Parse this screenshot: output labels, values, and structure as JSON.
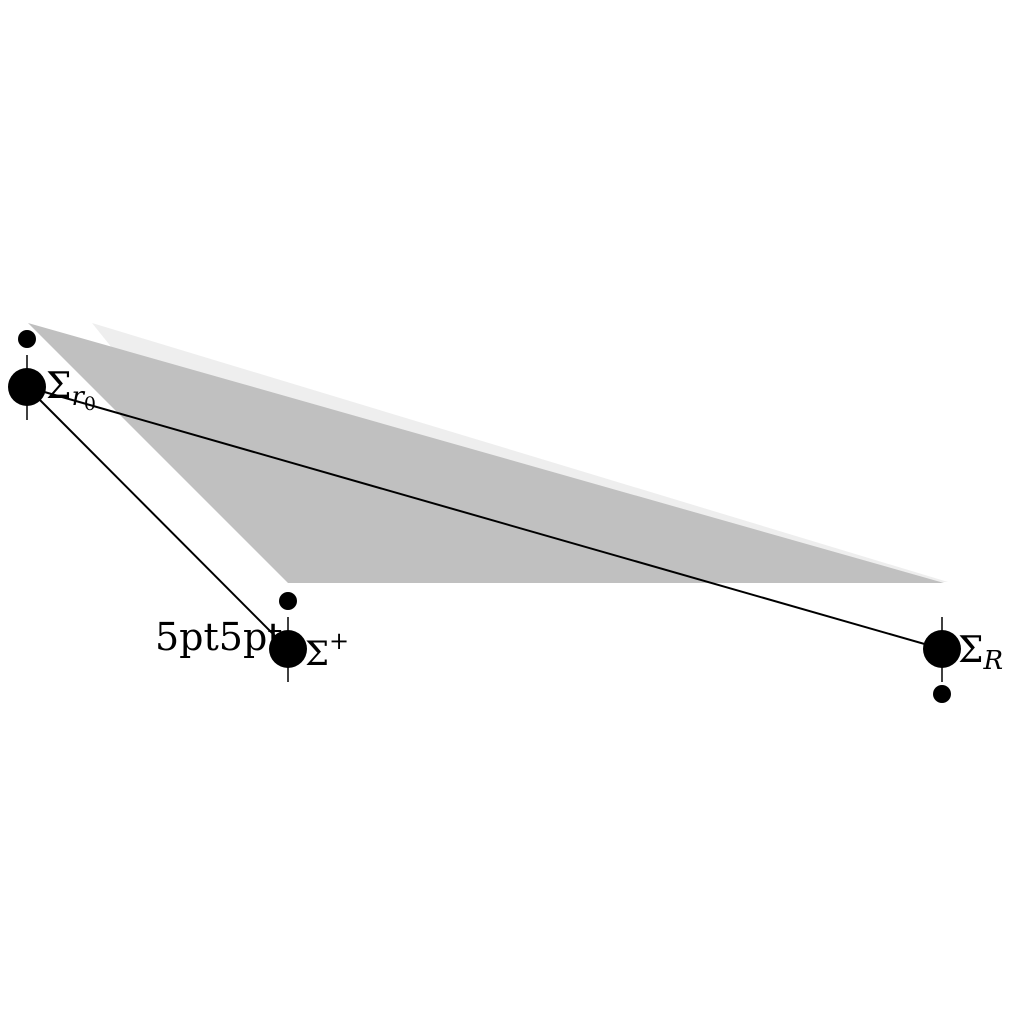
{
  "diagram": {
    "vertices": {
      "r0": {
        "symbol": "Σ",
        "subscript": "r",
        "subsubscript": "0"
      },
      "plus": {
        "symbol": "Σ",
        "superscript": "+"
      },
      "R": {
        "symbol": "Σ",
        "subscript": "R"
      }
    },
    "stray_label": "5pt5pt",
    "colors": {
      "fill_main": "#c0c0c0",
      "fill_shadow": "#eeeeee",
      "line": "#000000",
      "dot": "#000000"
    }
  }
}
